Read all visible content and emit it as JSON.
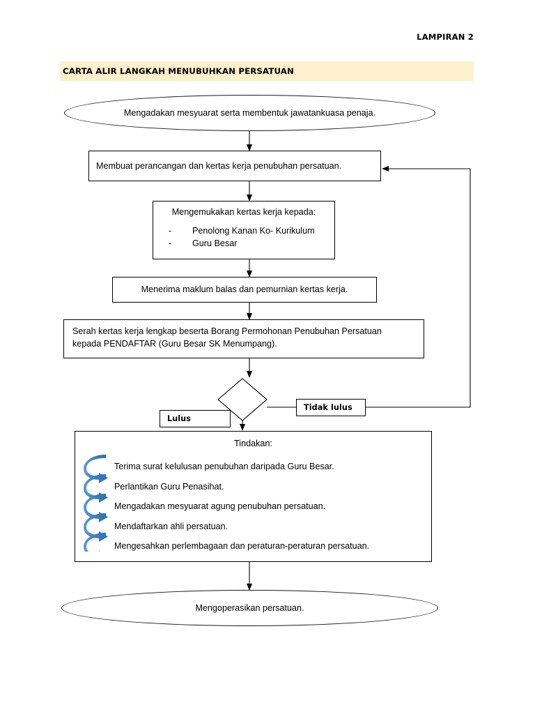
{
  "document": {
    "header_label": "LAMPIRAN 2",
    "title": "CARTA ALIR LANGKAH MENUBUHKAN PERSATUAN",
    "title_banner_color": "#FDF0CE"
  },
  "flowchart": {
    "start": {
      "shape": "oval",
      "text": "Mengadakan mesyuarat serta membentuk jawatankuasa penaja."
    },
    "step1": {
      "shape": "rectangle",
      "text": "Membuat perancangan dan kertas kerja penubuhan persatuan."
    },
    "step2": {
      "shape": "rectangle",
      "title": "Mengemukakan kertas kerja kepada:",
      "bullet_marker": "-",
      "items": [
        "Penolong Kanan Ko- Kurikulum",
        "Guru Besar"
      ]
    },
    "step3": {
      "shape": "rectangle",
      "text": "Menerima maklum balas dan pemurnian kertas kerja."
    },
    "step4": {
      "shape": "rectangle",
      "line1": "Serah kertas kerja lengkap beserta Borang Permohonan Penubuhan Persatuan",
      "line2": "kepada PENDAFTAR (Guru Besar SK Menumpang)."
    },
    "decision": {
      "shape": "diamond",
      "text": "",
      "yes_label": "Lulus",
      "no_label": "Tidak lulus"
    },
    "actions": {
      "shape": "rectangle",
      "heading": "Tindakan:",
      "arrow_color": "#3F80BC",
      "arrow_icon": "spiral-arrows-icon",
      "items": [
        "Terima surat kelulusan penubuhan daripada Guru Besar.",
        "Perlantikan Guru Penasihat.",
        "Mengadakan mesyuarat agung penubuhan persatuan.",
        "Mendaftarkan ahli persatuan.",
        "Mengesahkan perlembagaan dan peraturan-peraturan persatuan."
      ]
    },
    "end": {
      "shape": "oval",
      "text": "Mengoperasikan persatuan."
    }
  }
}
